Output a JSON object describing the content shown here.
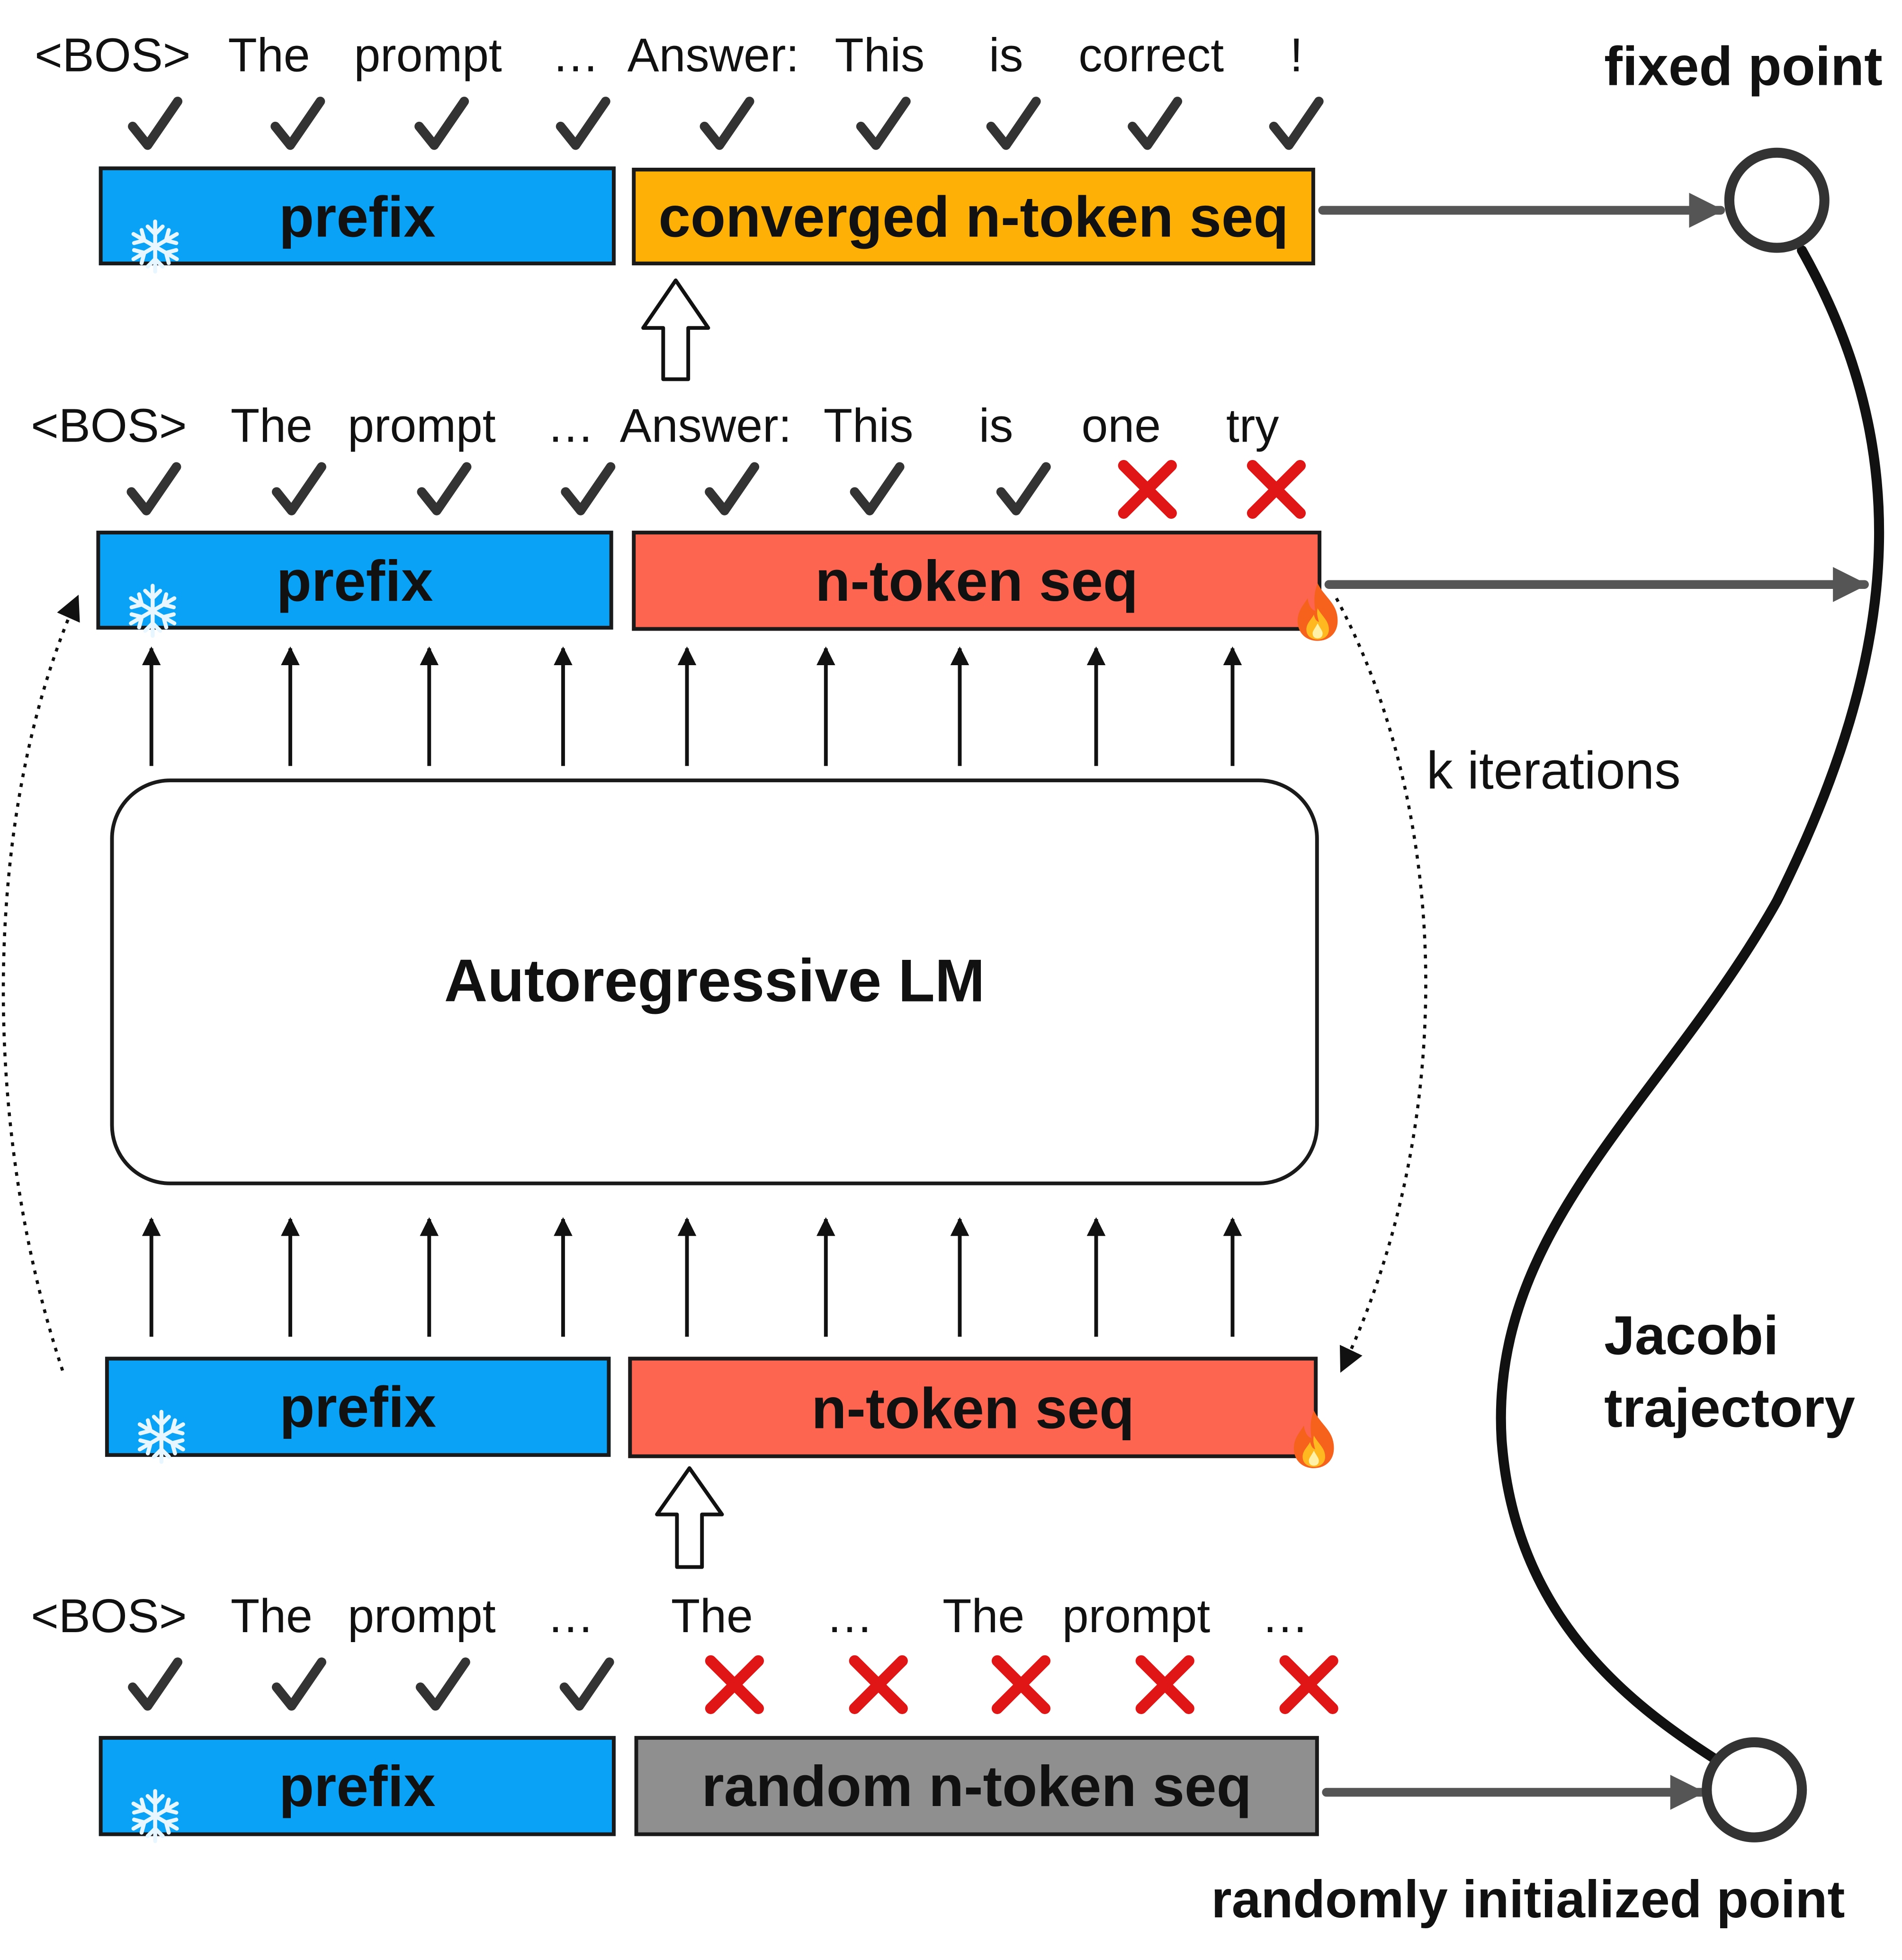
{
  "rows": [
    {
      "tokens": [
        "<BOS>",
        "The",
        "prompt",
        "…",
        "Answer:",
        "This",
        "is",
        "correct",
        "!"
      ],
      "status": [
        "check",
        "check",
        "check",
        "check",
        "check",
        "check",
        "check",
        "check",
        "check"
      ]
    },
    {
      "tokens": [
        "<BOS>",
        "The",
        "prompt",
        "…",
        "Answer:",
        "This",
        "is",
        "one",
        "try"
      ],
      "status": [
        "check",
        "check",
        "check",
        "check",
        "check",
        "check",
        "check",
        "cross",
        "cross"
      ]
    },
    {
      "tokens": [
        "<BOS>",
        "The",
        "prompt",
        "…",
        "The",
        "…",
        "The",
        "prompt",
        "…"
      ],
      "status": [
        "check",
        "check",
        "check",
        "check",
        "cross",
        "cross",
        "cross",
        "cross",
        "cross"
      ]
    }
  ],
  "boxes": {
    "top_prefix": "prefix",
    "top_seq": "converged n-token seq",
    "mid_prefix": "prefix",
    "mid_seq": "n-token seq",
    "low_prefix": "prefix",
    "low_seq": "n-token seq",
    "bottom_prefix": "prefix",
    "bottom_seq": "random n-token seq"
  },
  "model_label": "Autoregressive LM",
  "iterations_label": "k iterations",
  "fixed_point_label": "fixed point",
  "trajectory_label_line1": "Jacobi",
  "trajectory_label_line2": "trajectory",
  "random_point_label": "randomly initialized point",
  "icons": {
    "prefix": "snowflake-icon",
    "trainable": "fire-icon",
    "ok": "check-icon",
    "bad": "cross-icon"
  },
  "colors": {
    "prefix": "#0aa2f7",
    "converged": "#feb006",
    "ntoken": "#fd6550",
    "random": "#8f8f8f",
    "cross": "#e01616",
    "check": "#333333",
    "connector": "#555555"
  }
}
